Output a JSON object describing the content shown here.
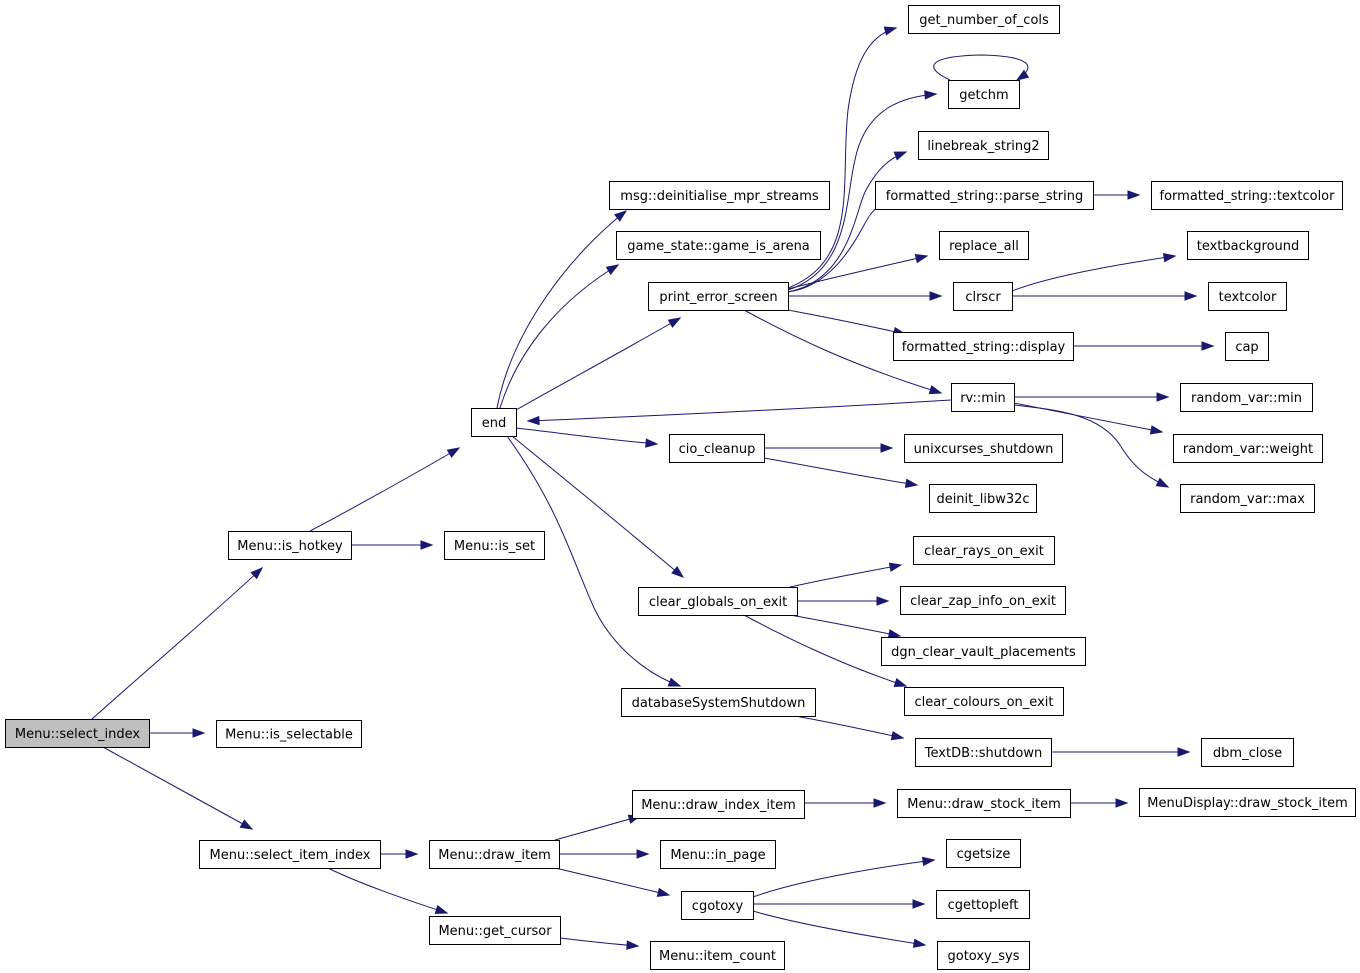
{
  "graph": {
    "title": "",
    "colors": {
      "edge": "#191970",
      "node_fill": "#ffffff",
      "root_fill": "#bfbfbf",
      "node_border": "#000000"
    },
    "nodes": [
      {
        "id": "select_index",
        "label": "Menu::select_index",
        "root": true
      },
      {
        "id": "is_hotkey",
        "label": "Menu::is_hotkey"
      },
      {
        "id": "is_selectable",
        "label": "Menu::is_selectable"
      },
      {
        "id": "select_item_index",
        "label": "Menu::select_item_index"
      },
      {
        "id": "end",
        "label": "end"
      },
      {
        "id": "is_set",
        "label": "Menu::is_set"
      },
      {
        "id": "draw_item",
        "label": "Menu::draw_item"
      },
      {
        "id": "get_cursor",
        "label": "Menu::get_cursor"
      },
      {
        "id": "msg_deinit",
        "label": "msg::deinitialise_mpr_streams"
      },
      {
        "id": "game_is_arena",
        "label": "game_state::game_is_arena"
      },
      {
        "id": "print_error_screen",
        "label": "print_error_screen"
      },
      {
        "id": "cio_cleanup",
        "label": "cio_cleanup"
      },
      {
        "id": "clear_globals",
        "label": "clear_globals_on_exit"
      },
      {
        "id": "dbShutdown",
        "label": "databaseSystemShutdown"
      },
      {
        "id": "draw_index_item",
        "label": "Menu::draw_index_item"
      },
      {
        "id": "in_page",
        "label": "Menu::in_page"
      },
      {
        "id": "cgotoxy",
        "label": "cgotoxy"
      },
      {
        "id": "item_count",
        "label": "Menu::item_count"
      },
      {
        "id": "get_number_of_cols",
        "label": "get_number_of_cols"
      },
      {
        "id": "getchm",
        "label": "getchm"
      },
      {
        "id": "linebreak_string2",
        "label": "linebreak_string2"
      },
      {
        "id": "parse_string",
        "label": "formatted_string::parse_string"
      },
      {
        "id": "replace_all",
        "label": "replace_all"
      },
      {
        "id": "clrscr",
        "label": "clrscr"
      },
      {
        "id": "fs_display",
        "label": "formatted_string::display"
      },
      {
        "id": "rv_min",
        "label": "rv::min"
      },
      {
        "id": "unixcurses_shutdown",
        "label": "unixcurses_shutdown"
      },
      {
        "id": "deinit_libw32c",
        "label": "deinit_libw32c"
      },
      {
        "id": "clear_rays",
        "label": "clear_rays_on_exit"
      },
      {
        "id": "clear_zap",
        "label": "clear_zap_info_on_exit"
      },
      {
        "id": "dgn_clear_vault",
        "label": "dgn_clear_vault_placements"
      },
      {
        "id": "clear_colours",
        "label": "clear_colours_on_exit"
      },
      {
        "id": "textdb_shutdown",
        "label": "TextDB::shutdown"
      },
      {
        "id": "draw_stock_item",
        "label": "Menu::draw_stock_item"
      },
      {
        "id": "cgetsize",
        "label": "cgetsize"
      },
      {
        "id": "cgettopleft",
        "label": "cgettopleft"
      },
      {
        "id": "gotoxy_sys",
        "label": "gotoxy_sys"
      },
      {
        "id": "fs_textcolor",
        "label": "formatted_string::textcolor"
      },
      {
        "id": "textbackground",
        "label": "textbackground"
      },
      {
        "id": "textcolor",
        "label": "textcolor"
      },
      {
        "id": "cap",
        "label": "cap"
      },
      {
        "id": "rvar_min",
        "label": "random_var::min"
      },
      {
        "id": "rvar_weight",
        "label": "random_var::weight"
      },
      {
        "id": "rvar_max",
        "label": "random_var::max"
      },
      {
        "id": "dbm_close",
        "label": "dbm_close"
      },
      {
        "id": "md_draw_stock_item",
        "label": "MenuDisplay::draw_stock_item"
      }
    ],
    "edges": [
      {
        "from": "select_index",
        "to": "is_hotkey"
      },
      {
        "from": "select_index",
        "to": "is_selectable"
      },
      {
        "from": "select_index",
        "to": "select_item_index"
      },
      {
        "from": "is_hotkey",
        "to": "end"
      },
      {
        "from": "is_hotkey",
        "to": "is_set"
      },
      {
        "from": "select_item_index",
        "to": "draw_item"
      },
      {
        "from": "select_item_index",
        "to": "get_cursor"
      },
      {
        "from": "end",
        "to": "msg_deinit"
      },
      {
        "from": "end",
        "to": "game_is_arena"
      },
      {
        "from": "end",
        "to": "print_error_screen"
      },
      {
        "from": "end",
        "to": "cio_cleanup"
      },
      {
        "from": "end",
        "to": "clear_globals"
      },
      {
        "from": "end",
        "to": "dbShutdown"
      },
      {
        "from": "rv_min",
        "to": "end"
      },
      {
        "from": "draw_item",
        "to": "draw_index_item"
      },
      {
        "from": "draw_item",
        "to": "in_page"
      },
      {
        "from": "draw_item",
        "to": "cgotoxy"
      },
      {
        "from": "get_cursor",
        "to": "item_count"
      },
      {
        "from": "print_error_screen",
        "to": "get_number_of_cols"
      },
      {
        "from": "print_error_screen",
        "to": "getchm"
      },
      {
        "from": "print_error_screen",
        "to": "linebreak_string2"
      },
      {
        "from": "print_error_screen",
        "to": "parse_string"
      },
      {
        "from": "print_error_screen",
        "to": "replace_all"
      },
      {
        "from": "print_error_screen",
        "to": "clrscr"
      },
      {
        "from": "print_error_screen",
        "to": "fs_display"
      },
      {
        "from": "print_error_screen",
        "to": "rv_min"
      },
      {
        "from": "getchm",
        "to": "getchm"
      },
      {
        "from": "parse_string",
        "to": "fs_textcolor"
      },
      {
        "from": "clrscr",
        "to": "textbackground"
      },
      {
        "from": "clrscr",
        "to": "textcolor"
      },
      {
        "from": "fs_display",
        "to": "cap"
      },
      {
        "from": "rv_min",
        "to": "rvar_min"
      },
      {
        "from": "rv_min",
        "to": "rvar_weight"
      },
      {
        "from": "rv_min",
        "to": "rvar_max"
      },
      {
        "from": "cio_cleanup",
        "to": "unixcurses_shutdown"
      },
      {
        "from": "cio_cleanup",
        "to": "deinit_libw32c"
      },
      {
        "from": "clear_globals",
        "to": "clear_rays"
      },
      {
        "from": "clear_globals",
        "to": "clear_zap"
      },
      {
        "from": "clear_globals",
        "to": "dgn_clear_vault"
      },
      {
        "from": "clear_globals",
        "to": "clear_colours"
      },
      {
        "from": "dbShutdown",
        "to": "textdb_shutdown"
      },
      {
        "from": "textdb_shutdown",
        "to": "dbm_close"
      },
      {
        "from": "draw_index_item",
        "to": "draw_stock_item"
      },
      {
        "from": "draw_stock_item",
        "to": "md_draw_stock_item"
      },
      {
        "from": "cgotoxy",
        "to": "cgetsize"
      },
      {
        "from": "cgotoxy",
        "to": "cgettopleft"
      },
      {
        "from": "cgotoxy",
        "to": "gotoxy_sys"
      }
    ]
  }
}
